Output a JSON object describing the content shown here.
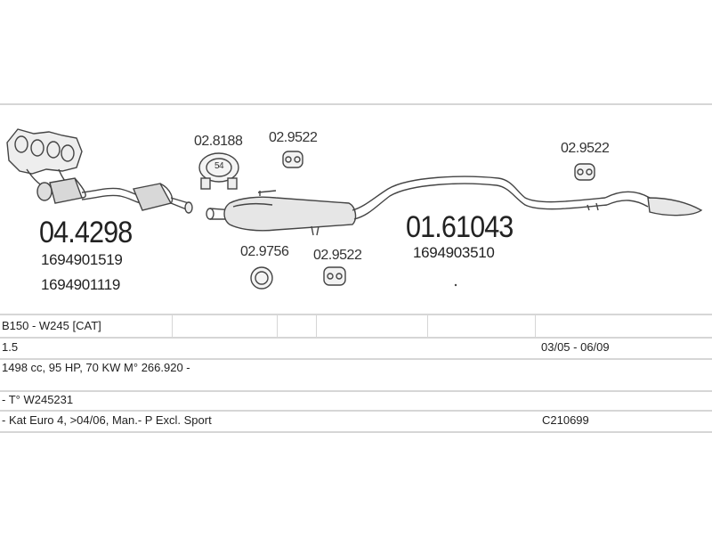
{
  "diagram": {
    "labels": {
      "manifold_cat_part": "04.4298",
      "manifold_oe_1": "1694901519",
      "manifold_oe_2": "1694901119",
      "clamp_part": "02.8188",
      "clamp_size": "54",
      "hanger_part_1": "02.9522",
      "hanger_part_2": "02.9522",
      "hanger_part_3": "02.9522",
      "gasket_part": "02.9756",
      "rear_system_part": "01.61043",
      "rear_system_oe": "1694903510"
    }
  },
  "table": {
    "model": "B150 - W245  [CAT]",
    "engine": "1.5",
    "years": "03/05 - 06/09",
    "spec": "1498 cc, 95 HP, 70 KW M° 266.920 -",
    "type": "- T° W245231",
    "notes": "- Kat Euro 4, >04/06, Man.- P Excl. Sport",
    "code": "C210699"
  },
  "colors": {
    "line": "#444444",
    "rule": "#d6d6d6"
  }
}
